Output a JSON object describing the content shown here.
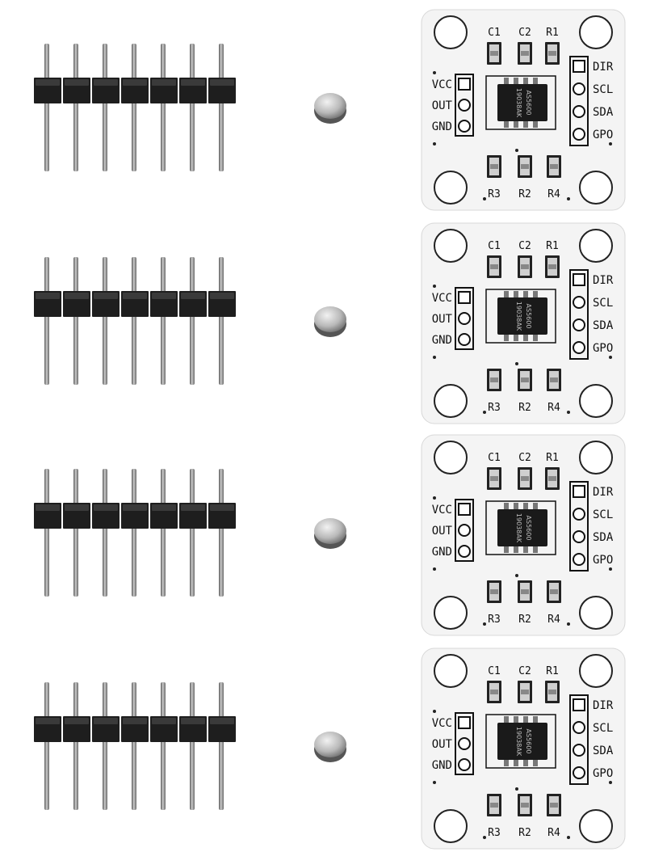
{
  "product": {
    "kits": [
      {
        "id": 1
      },
      {
        "id": 2
      },
      {
        "id": 3
      },
      {
        "id": 4
      }
    ],
    "board": {
      "left_pins": [
        "VCC",
        "OUT",
        "GND"
      ],
      "right_pins": [
        "DIR",
        "SCL",
        "SDA",
        "GPO"
      ],
      "top_components": [
        "C1",
        "C2",
        "R1"
      ],
      "bottom_components": [
        "R3",
        "R2",
        "R4"
      ],
      "chip_marking_line1": "AS5600",
      "chip_marking_line2": "19038AK"
    },
    "colors": {
      "pcb": "#f4f4f4",
      "header_plastic": "#1e1e1e",
      "pin_metal": "#8a8a8a",
      "chip": "#1a1a1a",
      "magnet": "#b9b9b9"
    }
  }
}
